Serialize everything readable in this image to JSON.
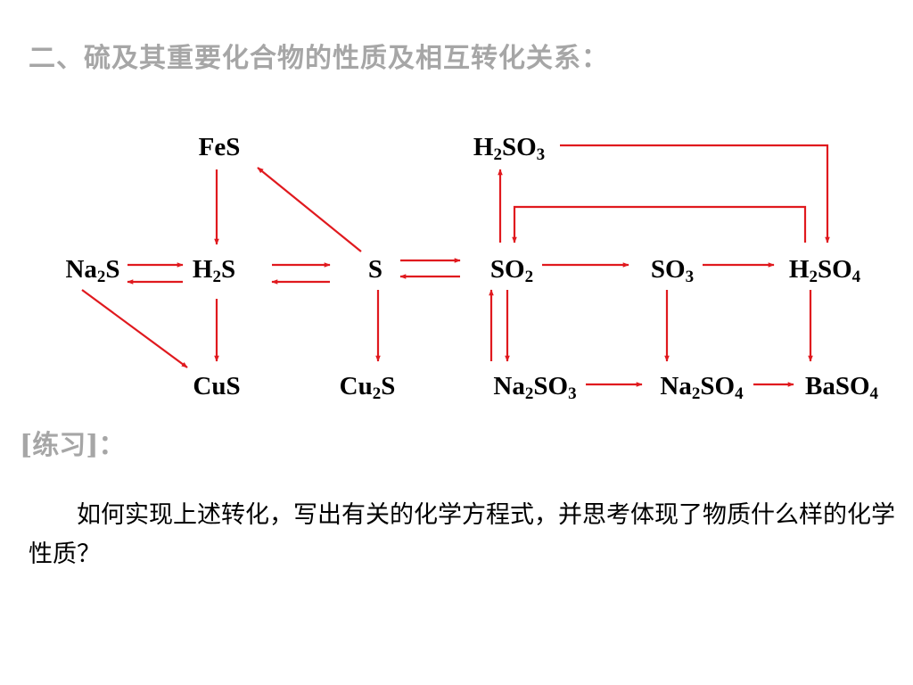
{
  "title": "二、硫及其重要化合物的性质及相互转化关系：",
  "practice_label": "[练习]：",
  "question": "如何实现上述转化，写出有关的化学方程式，并思考体现了物质什么样的化学性质？",
  "arrow_color": "#e0191e",
  "title_color": "#a6a6a6",
  "nodes": {
    "fes": {
      "parts": [
        {
          "t": "FeS"
        }
      ]
    },
    "h2so3": {
      "parts": [
        {
          "t": "H"
        },
        {
          "s": "2"
        },
        {
          "t": "SO"
        },
        {
          "s": "3"
        }
      ]
    },
    "na2s": {
      "parts": [
        {
          "t": "Na"
        },
        {
          "s": "2"
        },
        {
          "t": "S"
        }
      ]
    },
    "h2s": {
      "parts": [
        {
          "t": "H"
        },
        {
          "s": "2"
        },
        {
          "t": "S"
        }
      ]
    },
    "s": {
      "parts": [
        {
          "t": "S"
        }
      ]
    },
    "so2": {
      "parts": [
        {
          "t": "SO"
        },
        {
          "s": "2"
        }
      ]
    },
    "so3": {
      "parts": [
        {
          "t": "SO"
        },
        {
          "s": "3"
        }
      ]
    },
    "h2so4": {
      "parts": [
        {
          "t": "H"
        },
        {
          "s": "2"
        },
        {
          "t": "SO"
        },
        {
          "s": "4"
        }
      ]
    },
    "cus": {
      "parts": [
        {
          "t": "CuS"
        }
      ]
    },
    "cu2s": {
      "parts": [
        {
          "t": "Cu"
        },
        {
          "s": "2"
        },
        {
          "t": "S"
        }
      ]
    },
    "na2so3": {
      "parts": [
        {
          "t": "Na"
        },
        {
          "s": "2"
        },
        {
          "t": "SO"
        },
        {
          "s": "3"
        }
      ]
    },
    "na2so4": {
      "parts": [
        {
          "t": "Na"
        },
        {
          "s": "2"
        },
        {
          "t": "SO"
        },
        {
          "s": "4"
        }
      ]
    },
    "baso4": {
      "parts": [
        {
          "t": "BaSO"
        },
        {
          "s": "4"
        }
      ]
    }
  },
  "edges": [
    {
      "from": "na2s",
      "to": "h2s"
    },
    {
      "from": "h2s",
      "to": "na2s"
    },
    {
      "from": "h2s",
      "to": "s"
    },
    {
      "from": "s",
      "to": "h2s"
    },
    {
      "from": "s",
      "to": "so2"
    },
    {
      "from": "so2",
      "to": "s"
    },
    {
      "from": "so2",
      "to": "so3"
    },
    {
      "from": "so3",
      "to": "h2so4"
    },
    {
      "from": "fes",
      "to": "h2s"
    },
    {
      "from": "s",
      "to": "fes"
    },
    {
      "from": "h2s",
      "to": "cus"
    },
    {
      "from": "na2s",
      "to": "cus"
    },
    {
      "from": "s",
      "to": "cu2s"
    },
    {
      "from": "so2",
      "to": "h2so3"
    },
    {
      "from": "h2so3",
      "to": "h2so4"
    },
    {
      "from": "h2so4",
      "to": "so2"
    },
    {
      "from": "na2so3",
      "to": "so2"
    },
    {
      "from": "so2",
      "to": "na2so3"
    },
    {
      "from": "so3",
      "to": "na2so4"
    },
    {
      "from": "h2so4",
      "to": "baso4"
    },
    {
      "from": "na2so3",
      "to": "na2so4"
    },
    {
      "from": "na2so4",
      "to": "baso4"
    }
  ]
}
